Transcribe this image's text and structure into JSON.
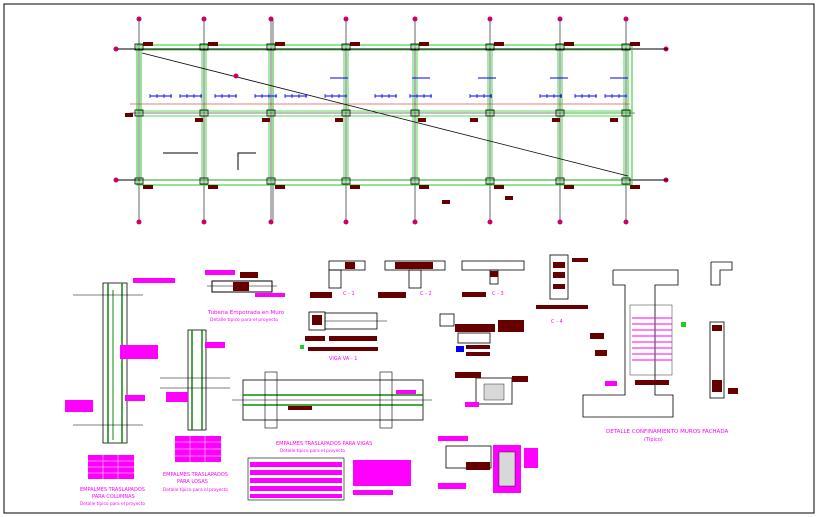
{
  "drawing": {
    "colors": {
      "background": "#ffffff",
      "frame": "#000000",
      "structure": "#000000",
      "wall": "#22cc22",
      "grid_axis": "#cc0066",
      "dimension": "#0000ff",
      "annotation": "#ff00ff",
      "fill_dark": "#660000",
      "rebar": "#0a8a0a"
    },
    "grid": {
      "axis_count_x": 8,
      "axis_count_y": 3,
      "diagonal_brace": true
    },
    "details": {
      "tuberia_title": "Tuberia Empotrada en Muro",
      "tuberia_note": "Detalle típico para el proyecto",
      "column_splice_title_1": "EMPALMES TRASLAPADOS",
      "column_splice_title_2": "PARA COLUMNAS",
      "column_splice_note": "Detalle típico para el proyecto",
      "slab_splice_title_1": "EMPALMES TRASLAPADOS",
      "slab_splice_title_2": "PARA LOSAS",
      "slab_splice_note": "Detalle típico para el proyecto",
      "beam_splice_title": "EMPALMES TRASLAPADOS PARA VIGAS",
      "beam_splice_note": "Detalle típico para el proyecto",
      "viga_title": "VIGA VA - 1",
      "section_c1": "C - 1",
      "section_c2": "C - 2",
      "section_c3": "C - 3",
      "section_c4": "C - 4",
      "facade_title": "DETALLE CONFINAMIENTO MUROS FACHADA",
      "facade_subtitle": "(Típico)"
    }
  }
}
